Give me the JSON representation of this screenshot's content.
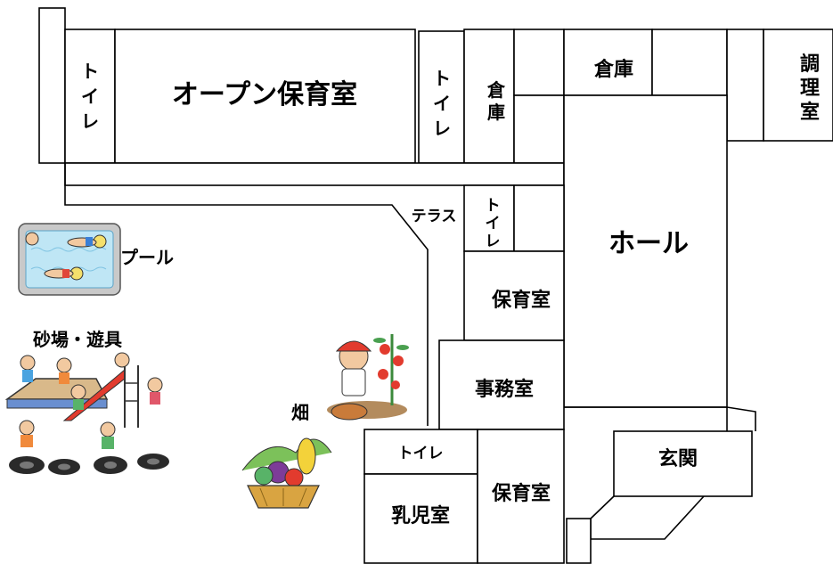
{
  "rooms": {
    "toilet_left": "トイレ",
    "open_nursery": "オープン保育室",
    "toilet_mid": "トイレ",
    "storage_left": "倉庫",
    "storage_top": "倉庫",
    "kitchen": "調理室",
    "terrace": "テラス",
    "toilet_small": "トイレ",
    "hall": "ホール",
    "nursery_1": "保育室",
    "office": "事務室",
    "entrance": "玄関",
    "toilet_bottom": "トイレ",
    "infant_room": "乳児室",
    "nursery_2": "保育室"
  },
  "outdoor": {
    "pool": "プール",
    "sandbox_playground": "砂場・遊具",
    "field": "畑"
  }
}
